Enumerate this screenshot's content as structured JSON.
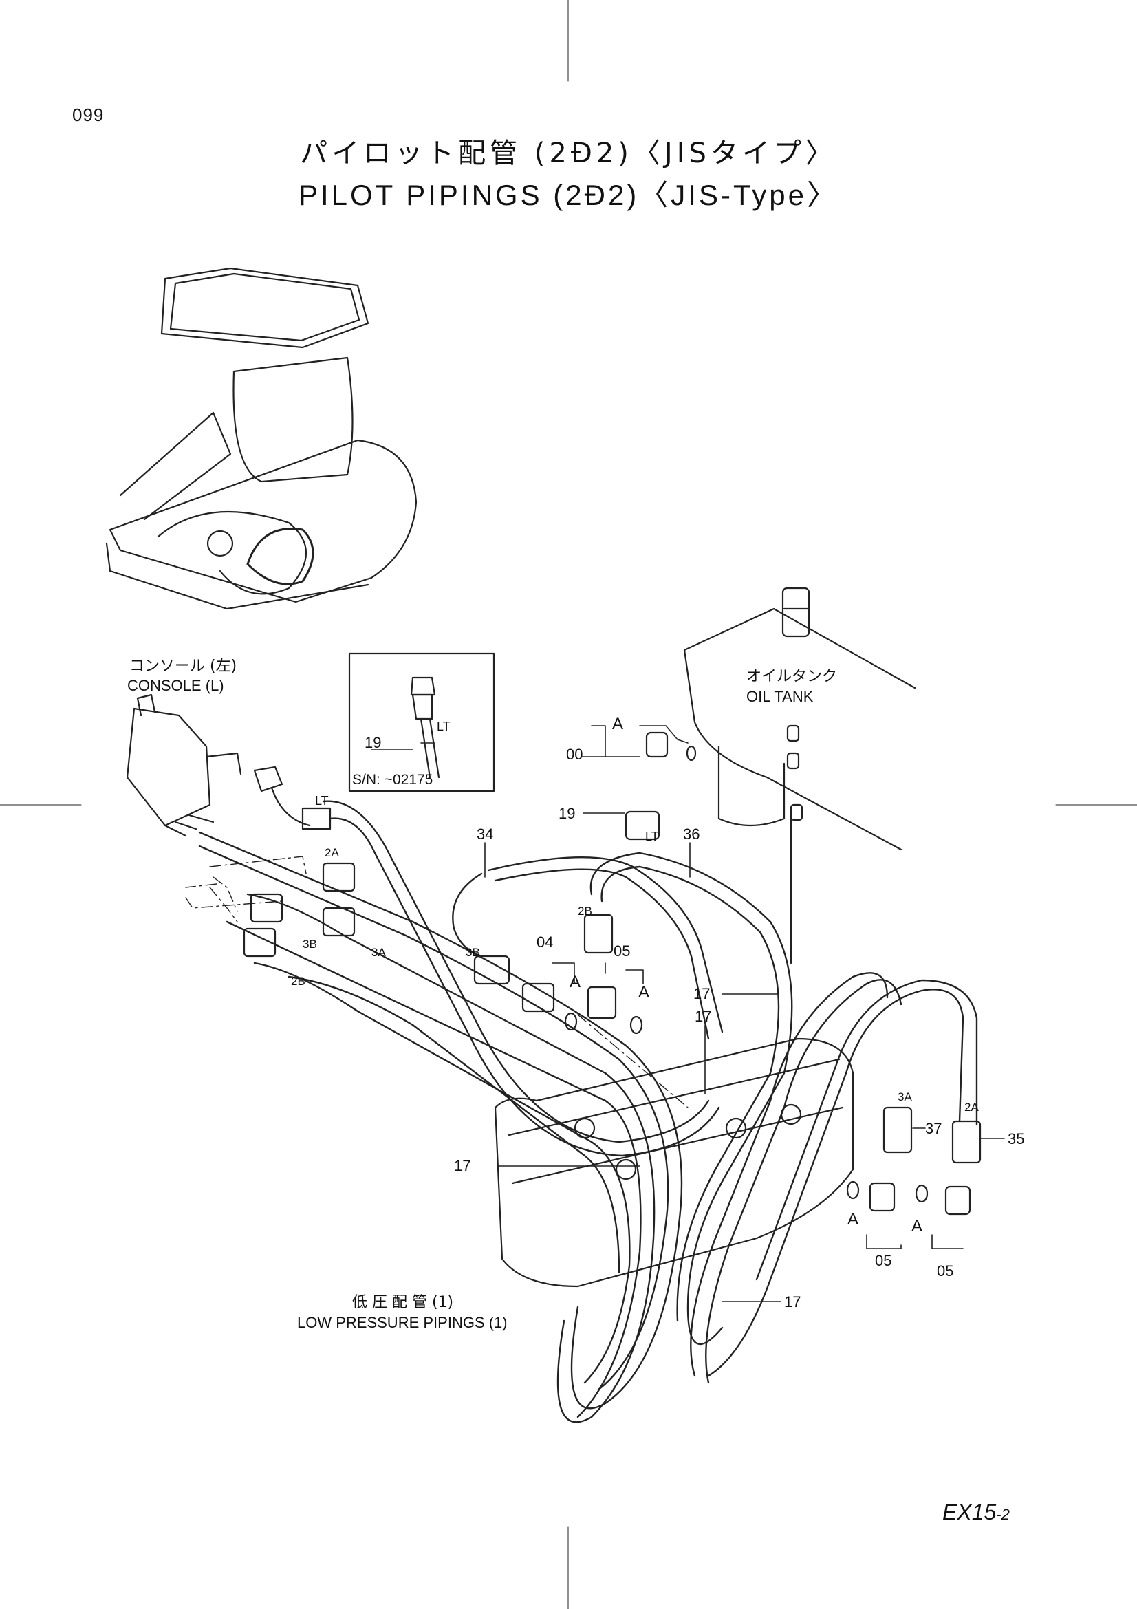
{
  "header": {
    "page_number": "099",
    "title_jp": "パイロット配管 (2Ð2)〈JISタイプ〉",
    "title_en": "PILOT PIPINGS (2Ð2)〈JIS-Type〉"
  },
  "callouts": {
    "console_jp": "コンソール (左)",
    "console_en": "CONSOLE (L)",
    "oil_tank_jp": "オイルタンク",
    "oil_tank_en": "OIL TANK",
    "low_pressure_jp": "低 圧 配 管 (1)",
    "low_pressure_en": "LOW PRESSURE PIPINGS (1)",
    "inset_part": "19",
    "inset_lt": "LT",
    "inset_sn": "S/N: ~02175",
    "lt": "LT",
    "a": "A",
    "p00": "00",
    "p19": "19",
    "p34": "34",
    "p36": "36",
    "p2a": "2A",
    "p2b": "2B",
    "p3a": "3A",
    "p3b": "3B",
    "p04": "04",
    "p05": "05",
    "p17": "17",
    "p35": "35",
    "p37": "37"
  },
  "footer": {
    "model_main": "EX15",
    "model_suffix": "-2"
  }
}
